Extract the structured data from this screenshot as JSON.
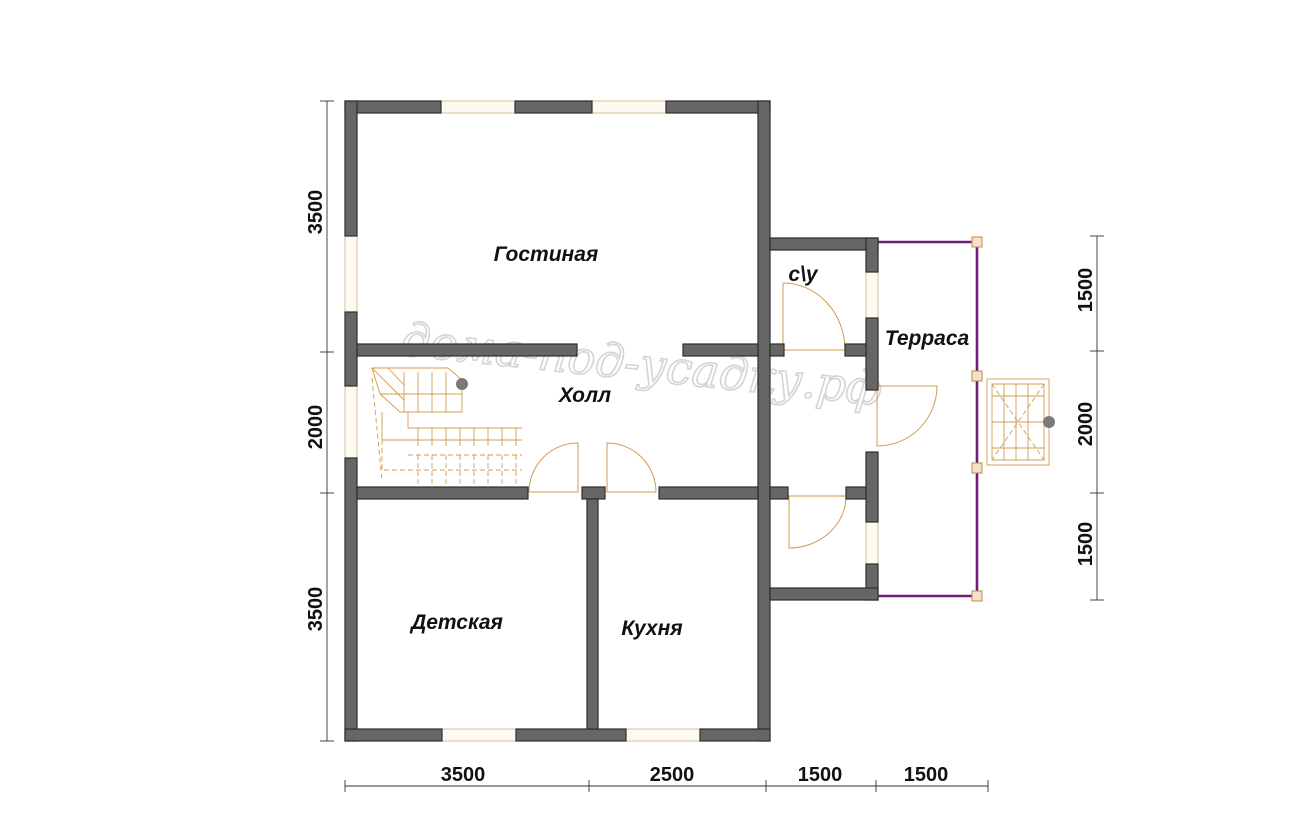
{
  "rooms": {
    "living": "Гостиная",
    "wc": "с\\у",
    "terrace": "Терраса",
    "hall": "Холл",
    "kids": "Детская",
    "kitchen": "Кухня"
  },
  "dimensions": {
    "left": [
      "3500",
      "2000",
      "3500"
    ],
    "right": [
      "1500",
      "2000",
      "1500"
    ],
    "bottom": [
      "3500",
      "2500",
      "1500",
      "1500"
    ]
  },
  "watermark": "дома-под-усадку.рф",
  "colors": {
    "wall": "#666666",
    "railing": "#6e1f78",
    "door": "#d39b52"
  }
}
